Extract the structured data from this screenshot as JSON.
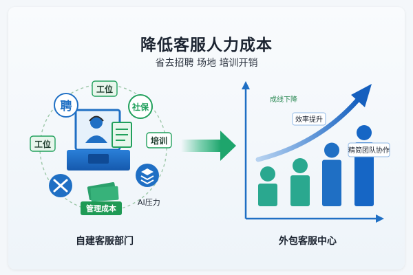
{
  "header": {
    "title": "降低客服人力成本",
    "subtitle": "省去招聘 场地 培训开销"
  },
  "left_panel": {
    "caption": "自建客服部门",
    "badges": {
      "top": "工位",
      "recruit": "聘",
      "social": "社保",
      "left": "工位",
      "training": "培训",
      "cost": "管理成本",
      "ai": "AI压力"
    }
  },
  "right_panel": {
    "caption": "外包客服中心",
    "labels": {
      "cost_down": "成线下降",
      "efficiency_up": "效率提升",
      "team": "精简团队协作"
    },
    "bar_levels": [
      0.22,
      0.3,
      0.45,
      0.62
    ]
  },
  "colors": {
    "blue": "#1666c5",
    "green": "#21a05c",
    "teal": "#2aa88f",
    "arrow": "#29b37a"
  }
}
